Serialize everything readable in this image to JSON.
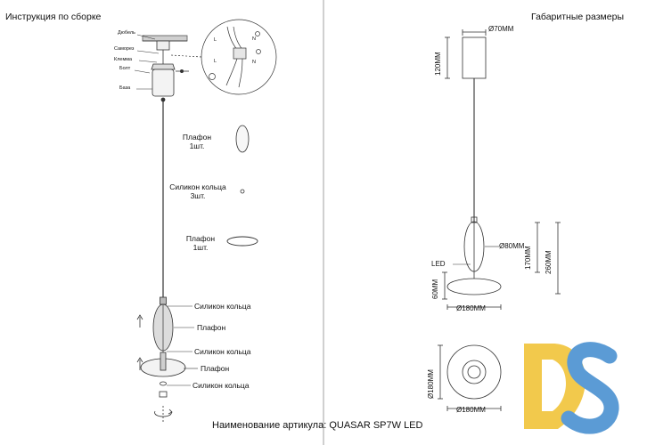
{
  "left_panel": {
    "title": "Инструкция по сборке",
    "callouts": {
      "dowel": "Дюбель",
      "screw": "Саморез",
      "terminal": "Клемма",
      "bolt": "Болт",
      "base": "База"
    },
    "wiring": {
      "l_top": "L",
      "n_top": "N",
      "l_bottom": "L",
      "n_bottom": "N"
    },
    "parts": [
      {
        "name": "Плафон",
        "qty": "1шт."
      },
      {
        "name": "Силикон кольца",
        "qty": "3шт."
      },
      {
        "name": "Плафон",
        "qty": "1шт."
      }
    ],
    "assembly_labels": [
      "Силикон кольца",
      "Плафон",
      "Силикон кольца",
      "Плафон",
      "Силикон кольца"
    ]
  },
  "right_panel": {
    "title": "Габаритные размеры",
    "dimensions": {
      "canopy_diameter": "Ø70MM",
      "canopy_height": "120MM",
      "shade_diameter": "Ø80MM",
      "shade_height": "170MM",
      "total_height": "260MM",
      "disc_height": "60MM",
      "disc_diameter": "Ø180MM",
      "bottom_view_diameter_v": "Ø180MM",
      "bottom_view_diameter_h": "Ø180MM",
      "led": "LED"
    }
  },
  "footer": {
    "article": "Наименование артикула: QUASAR SP7W LED"
  },
  "logo": {
    "letters": "DS",
    "colors": {
      "d": "#F2C94C",
      "s": "#5B9BD5"
    }
  }
}
